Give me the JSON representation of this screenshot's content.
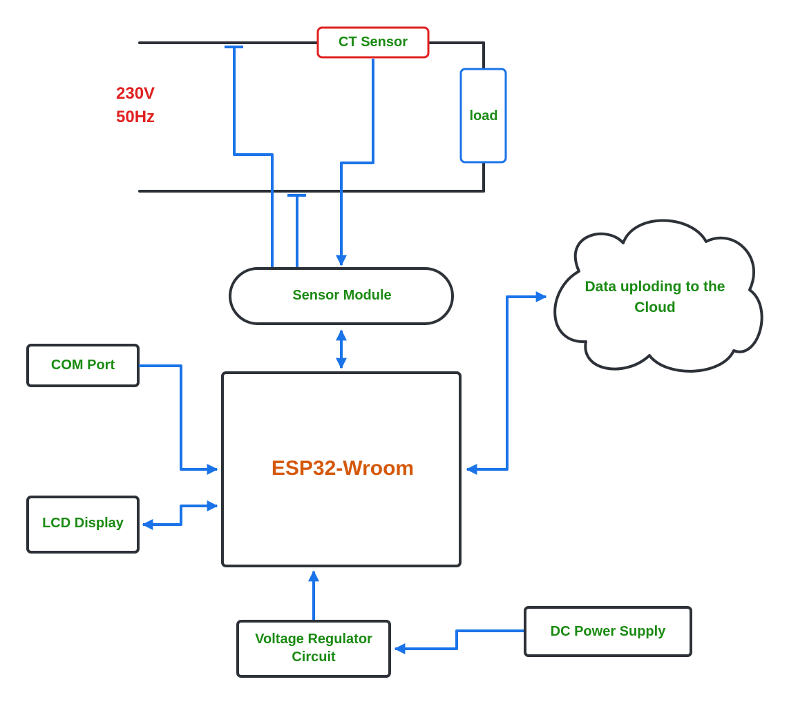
{
  "mains": {
    "voltage": "230V",
    "frequency": "50Hz",
    "load": "load",
    "ct_sensor": "CT Sensor"
  },
  "blocks": {
    "sensor_module": "Sensor Module",
    "esp32": "ESP32-Wroom",
    "com_port": "COM Port",
    "lcd_display": "LCD Display",
    "voltage_regulator_line1": "Voltage Regulator",
    "voltage_regulator_line2": "Circuit",
    "dc_power_supply": "DC Power Supply",
    "cloud_line1": "Data uploding to the",
    "cloud_line2": "Cloud"
  },
  "colors": {
    "wire": "#1f2937",
    "connector": "#1a73e8",
    "label_green": "#1a8a12",
    "label_red": "#e02020",
    "esp_orange": "#d4580a",
    "box_stroke": "#2d3138",
    "ct_stroke": "#e02020",
    "load_stroke": "#1a73e8"
  }
}
